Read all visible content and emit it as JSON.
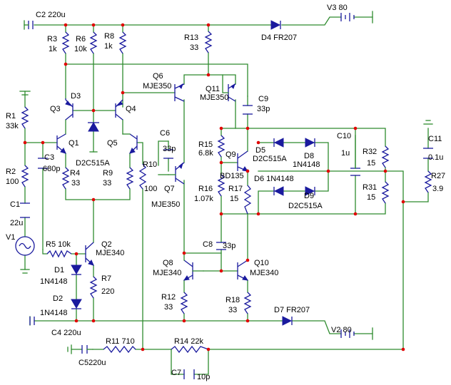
{
  "labels": {
    "C2": "C2",
    "C2v": "220u",
    "R3": "R3",
    "R3v": "1k",
    "R6": "R6",
    "R6v": "10k",
    "R8": "R8",
    "R8v": "1k",
    "R13": "R13",
    "R13v": "33",
    "D4": "D4",
    "D4v": "FR207",
    "V3": "V3",
    "V3v": "80",
    "R1": "R1",
    "R1v": "33k",
    "D3": "D3",
    "Q3": "Q3",
    "Q4": "Q4",
    "Q6": "Q6",
    "Q6v": "MJE350",
    "Q11": "Q11",
    "Q11v": "MJE350",
    "C9": "C9",
    "C9v": "33p",
    "Q1": "Q1",
    "Q5": "Q5",
    "C6": "C6",
    "C6v": "33p",
    "R15": "R15",
    "R15v": "6.8k",
    "Q9": "Q9",
    "Q9v": "BD135",
    "D5": "D5",
    "D5v": "D2C515A",
    "D8": "D8",
    "D8v": "1N4148",
    "C10": "C10",
    "C10v": "1u",
    "R32": "R32",
    "R32v": "15",
    "C11": "C11",
    "C11v": "0.1u",
    "C3": "C3",
    "C3v": "680p",
    "R2": "R2",
    "R2v": "100",
    "R4": "R4",
    "R4v": "33",
    "D3v": "D2C515A",
    "R9": "R9",
    "R9v": "33",
    "R10": "R10",
    "R10v": "100",
    "Q7": "Q7",
    "Q7v": "MJE350",
    "R16": "R16",
    "R16v": "1.07k",
    "R17": "R17",
    "R17v": "15",
    "D6": "D6",
    "D6v": "1N4148",
    "D9": "D9",
    "D9v": "D2C515A",
    "R31": "R31",
    "R31v": "15",
    "R27": "R27",
    "R27v": "3.9",
    "C1": "C1",
    "C1v": "22u",
    "V1": "V1",
    "R5": "R5",
    "R5v": "10k",
    "Q2": "Q2",
    "Q2v": "MJE340",
    "C8": "C8",
    "C8v": "33p",
    "Q8": "Q8",
    "Q8v": "MJE340",
    "Q10": "Q10",
    "Q10v": "MJE340",
    "D1": "D1",
    "D1v": "1N4148",
    "R7": "R7",
    "R7v": "220",
    "R12": "R12",
    "R12v": "33",
    "R18": "R18",
    "R18v": "33",
    "D2": "D2",
    "D2v": "1N4148",
    "D7": "D7",
    "D7v": "FR207",
    "C4": "C4",
    "C4v": "220u",
    "V2": "V2",
    "V2v": "80",
    "R11": "R11",
    "R11v": "710",
    "R14": "R14",
    "R14v": "22k",
    "C5": "C5",
    "C5v": "220u",
    "C7": "C7",
    "C7v": "10p"
  }
}
